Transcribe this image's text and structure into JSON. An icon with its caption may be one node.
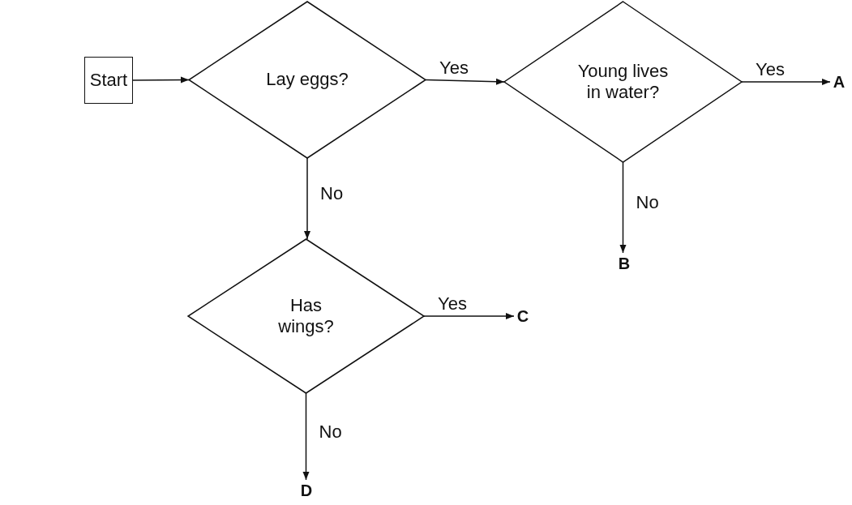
{
  "diagram": {
    "nodes": [
      {
        "text": [
          "Start"
        ]
      },
      {
        "text": [
          "Lay eggs?"
        ]
      },
      {
        "text": [
          "Young lives in water?"
        ]
      },
      {
        "text": [
          "A"
        ]
      },
      {
        "text": [
          "B"
        ]
      },
      {
        "text": [
          "Has wings?"
        ]
      },
      {
        "text": [
          "C"
        ]
      },
      {
        "text": [
          "D"
        ]
      }
    ],
    "edges": [
      {
        "from": 0,
        "to": 1,
        "arrow": "to"
      },
      {
        "from": 1,
        "to": 2,
        "arrow": "to",
        "label": "Yes"
      },
      {
        "from": 2,
        "to": 3,
        "arrow": "to",
        "label": "Yes"
      },
      {
        "from": 2,
        "to": 4,
        "arrow": "to",
        "label": "No"
      },
      {
        "from": 1,
        "to": 5,
        "arrow": "to",
        "label": "No"
      },
      {
        "from": 5,
        "to": 6,
        "arrow": "to",
        "label": "Yes"
      },
      {
        "from": 5,
        "to": 7,
        "arrow": "to",
        "label": "No"
      }
    ]
  }
}
